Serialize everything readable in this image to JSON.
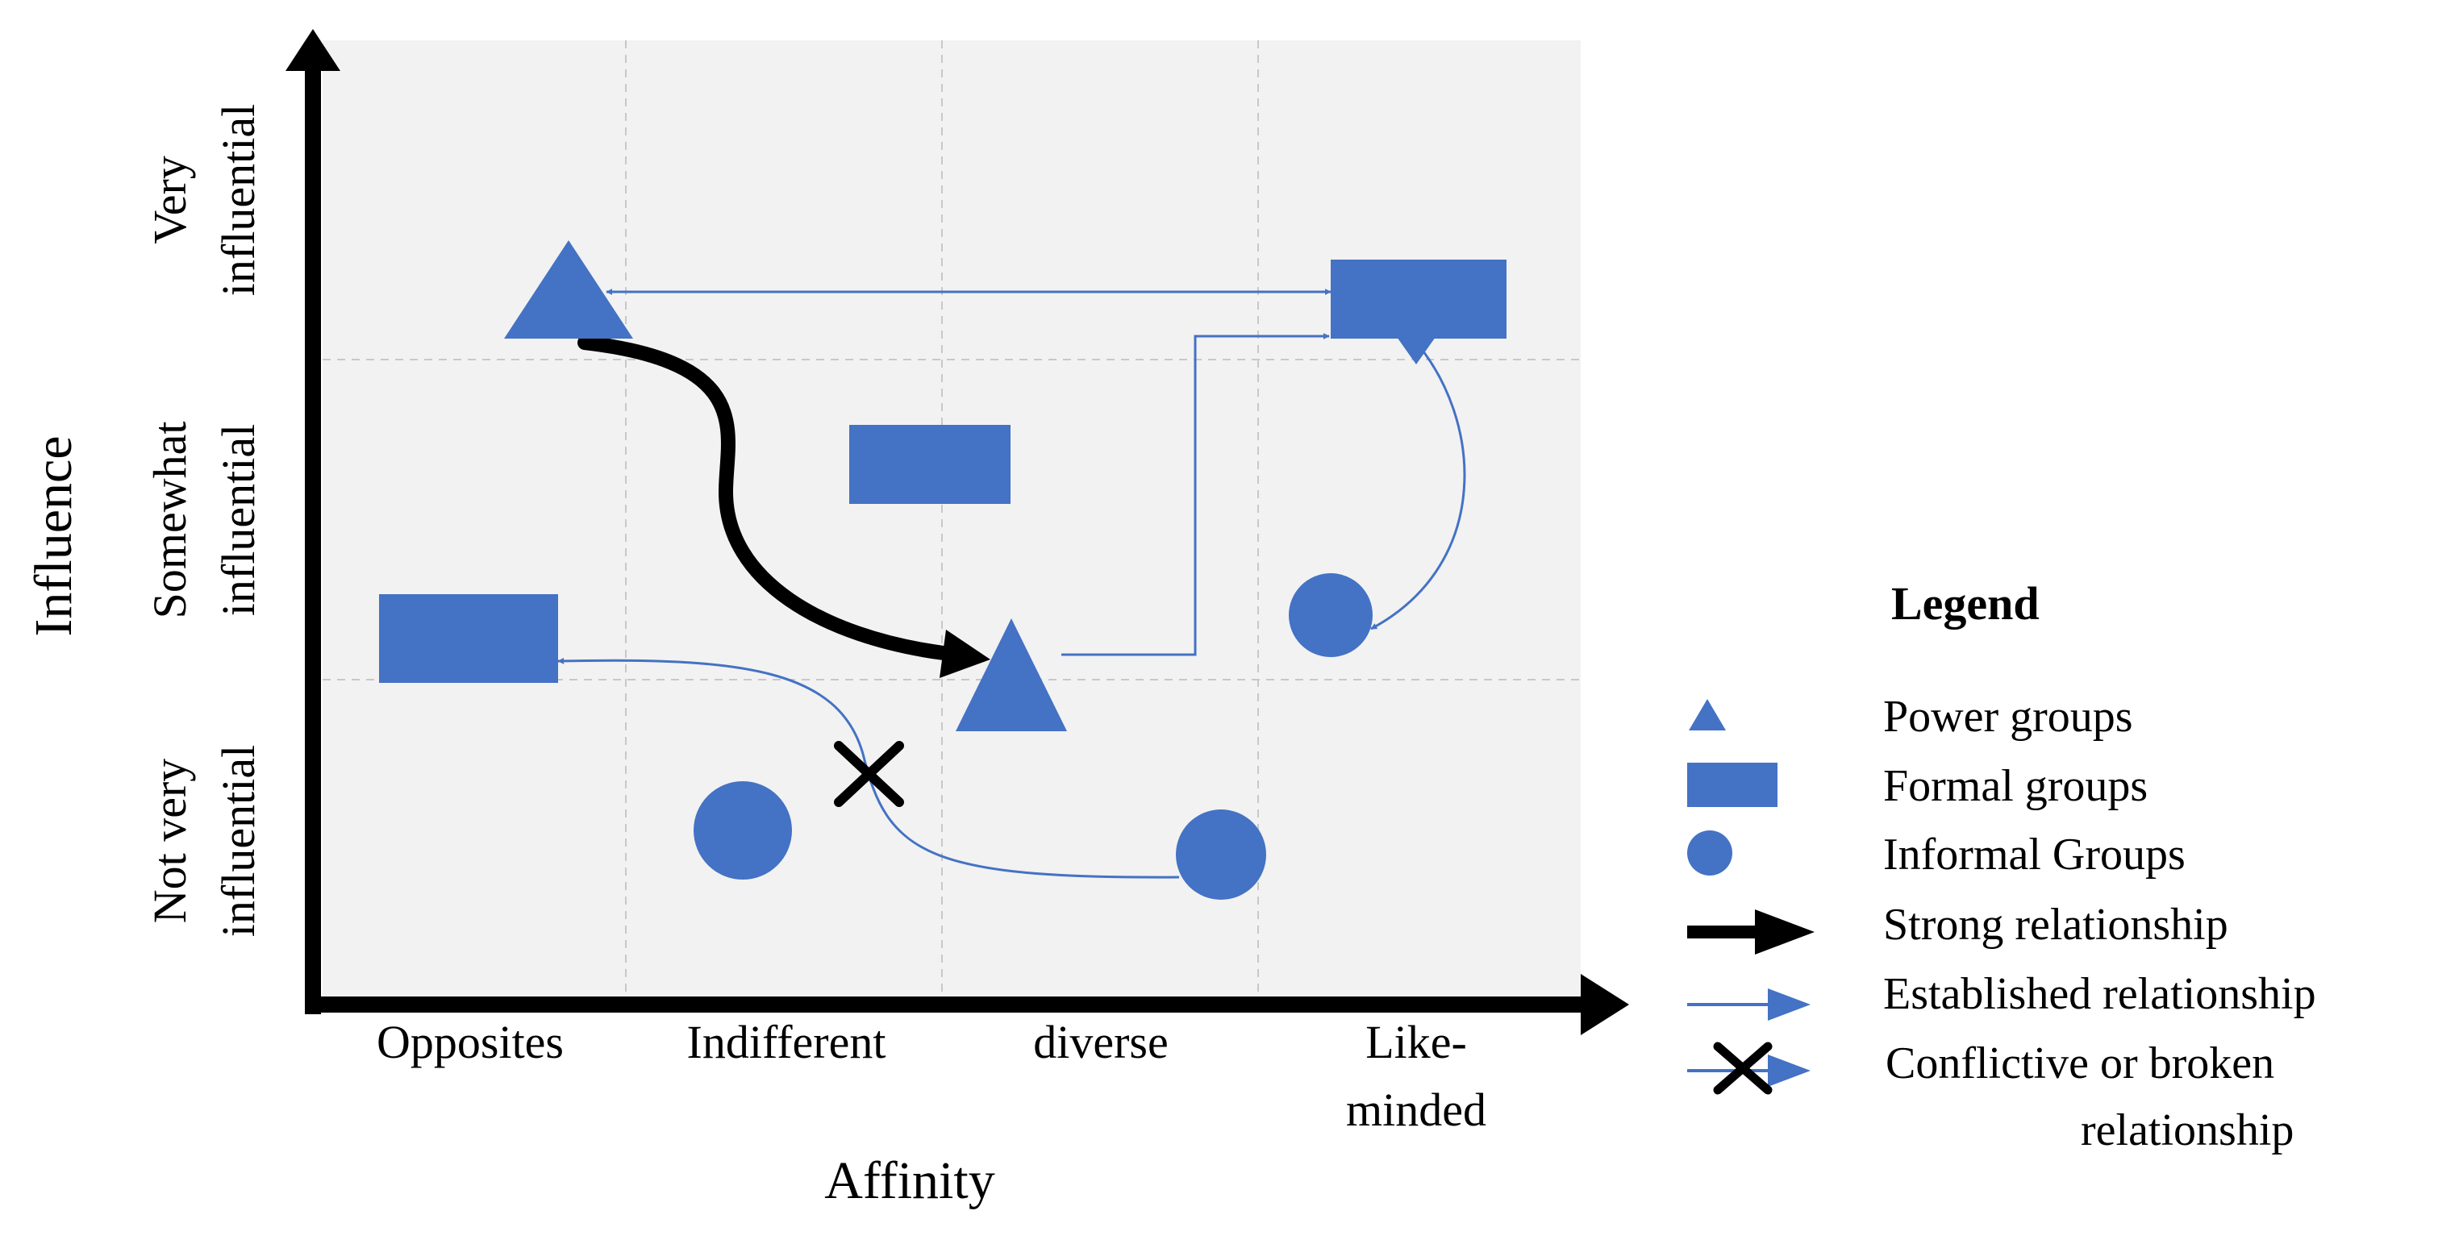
{
  "colors": {
    "shape_fill": "#4472C4",
    "plot_background": "#F2F2F2",
    "grid": "#C8C8C8",
    "axis": "#000000"
  },
  "axes": {
    "x_title": "Affinity",
    "y_title": "Influence",
    "x_categories": [
      {
        "lines": [
          "Opposites"
        ]
      },
      {
        "lines": [
          "Indifferent"
        ]
      },
      {
        "lines": [
          "diverse"
        ]
      },
      {
        "lines": [
          "Like-",
          "minded"
        ]
      }
    ],
    "y_categories": [
      {
        "lines": [
          "Not very",
          "influential"
        ]
      },
      {
        "lines": [
          "Somewhat",
          "influential"
        ]
      },
      {
        "lines": [
          "Very",
          "influential"
        ]
      }
    ]
  },
  "legend": {
    "title": "Legend",
    "items": [
      {
        "icon": "triangle-icon",
        "label": "Power groups"
      },
      {
        "icon": "rectangle-icon",
        "label": "Formal groups"
      },
      {
        "icon": "circle-icon",
        "label": "Informal Groups"
      },
      {
        "icon": "thick-arrow-icon",
        "label": "Strong relationship"
      },
      {
        "icon": "thin-arrow-icon",
        "label": "Established relationship"
      },
      {
        "icon": "crossed-arrow-icon",
        "label": "Conflictive or broken",
        "label_line2": "relationship"
      }
    ]
  }
}
